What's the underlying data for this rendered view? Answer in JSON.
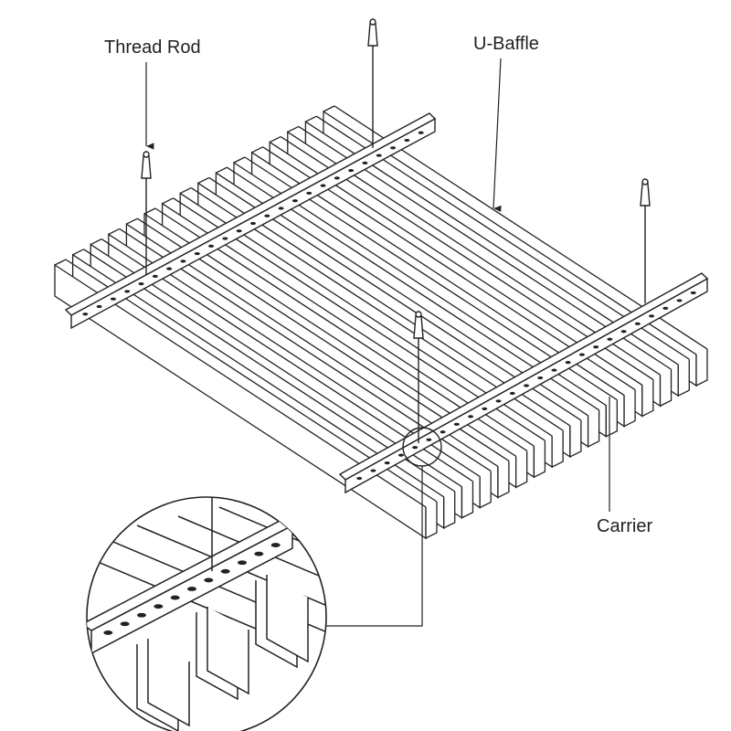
{
  "labels": {
    "thread_rod": "Thread Rod",
    "u_baffle": "U-Baffle",
    "carrier": "Carrier"
  },
  "colors": {
    "line": "#222222",
    "background": "#ffffff"
  },
  "structure": {
    "baffle_count": 16,
    "carrier_count": 2,
    "thread_rod_count": 4
  }
}
